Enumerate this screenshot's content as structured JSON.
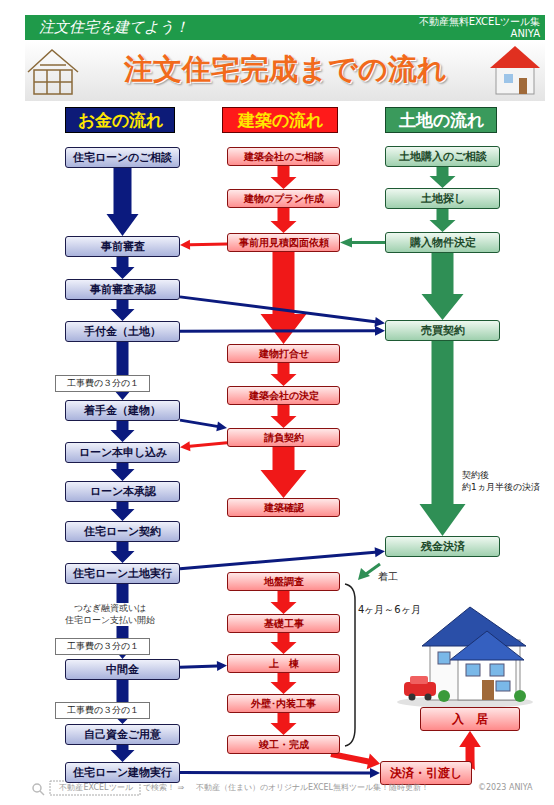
{
  "diagram": {
    "title": "注文住宅完成までの流れ",
    "nodes": [
      {
        "text": [
          "注文住宅を建てよう！"
        ]
      },
      {
        "text": [
          "お金の流れ"
        ]
      },
      {
        "text": [
          "建築の流れ"
        ]
      },
      {
        "text": [
          "土地の流れ"
        ]
      },
      {
        "text": [
          "住宅ローンのご相談"
        ]
      },
      {
        "text": [
          "事前審査"
        ]
      },
      {
        "text": [
          "事前審査承認"
        ]
      },
      {
        "text": [
          "手付金（土地）"
        ]
      },
      {
        "text": [
          "工事費の３分の１"
        ]
      },
      {
        "text": [
          "着手金（建物）"
        ]
      },
      {
        "text": [
          "ローン本申し込み"
        ]
      },
      {
        "text": [
          "ローン本承認"
        ]
      },
      {
        "text": [
          "住宅ローン契約"
        ]
      },
      {
        "text": [
          "住宅ローン土地実行"
        ]
      },
      {
        "text": [
          "工事費の３分の１"
        ]
      },
      {
        "text": [
          "中間金"
        ]
      },
      {
        "text": [
          "工事費の３分の１"
        ]
      },
      {
        "text": [
          "自己資金ご用意"
        ]
      },
      {
        "text": [
          "住宅ローン建物実行"
        ]
      },
      {
        "text": [
          "建築会社のご相談"
        ]
      },
      {
        "text": [
          "建物のプラン作成"
        ]
      },
      {
        "text": [
          "事前用見積図面依頼"
        ]
      },
      {
        "text": [
          "建物打合せ"
        ]
      },
      {
        "text": [
          "建築会社の決定"
        ]
      },
      {
        "text": [
          "請負契約"
        ]
      },
      {
        "text": [
          "建築確認"
        ]
      },
      {
        "text": [
          "地盤調査"
        ]
      },
      {
        "text": [
          "基礎工事"
        ]
      },
      {
        "text": [
          "上　棟"
        ]
      },
      {
        "text": [
          "外壁･内装工事"
        ]
      },
      {
        "text": [
          "竣工・完成"
        ]
      },
      {
        "text": [
          "土地購入のご相談"
        ]
      },
      {
        "text": [
          "土地探し"
        ]
      },
      {
        "text": [
          "購入物件決定"
        ]
      },
      {
        "text": [
          "売買契約"
        ]
      },
      {
        "text": [
          "残金決済"
        ]
      },
      {
        "text": [
          "決済・引渡し"
        ]
      },
      {
        "text": [
          "入　居"
        ]
      }
    ],
    "edges": [
      {
        "from": 4,
        "to": 5,
        "arrow": "to"
      },
      {
        "from": 5,
        "to": 6,
        "arrow": "to"
      },
      {
        "from": 6,
        "to": 7,
        "arrow": "to"
      },
      {
        "from": 7,
        "to": 9,
        "arrow": "to"
      },
      {
        "from": 9,
        "to": 10,
        "arrow": "to"
      },
      {
        "from": 10,
        "to": 11,
        "arrow": "to"
      },
      {
        "from": 11,
        "to": 12,
        "arrow": "to"
      },
      {
        "from": 12,
        "to": 13,
        "arrow": "to"
      },
      {
        "from": 13,
        "to": 15,
        "arrow": "to"
      },
      {
        "from": 15,
        "to": 17,
        "arrow": "to"
      },
      {
        "from": 17,
        "to": 18,
        "arrow": "to"
      },
      {
        "from": 19,
        "to": 20,
        "arrow": "to"
      },
      {
        "from": 20,
        "to": 21,
        "arrow": "to"
      },
      {
        "from": 21,
        "to": 22,
        "arrow": "to"
      },
      {
        "from": 22,
        "to": 23,
        "arrow": "to"
      },
      {
        "from": 23,
        "to": 24,
        "arrow": "to"
      },
      {
        "from": 24,
        "to": 25,
        "arrow": "to"
      },
      {
        "from": 26,
        "to": 27,
        "arrow": "to"
      },
      {
        "from": 27,
        "to": 28,
        "arrow": "to"
      },
      {
        "from": 28,
        "to": 29,
        "arrow": "to"
      },
      {
        "from": 29,
        "to": 30,
        "arrow": "to"
      },
      {
        "from": 31,
        "to": 32,
        "arrow": "to"
      },
      {
        "from": 32,
        "to": 33,
        "arrow": "to"
      },
      {
        "from": 33,
        "to": 34,
        "arrow": "to"
      },
      {
        "from": 34,
        "to": 35,
        "arrow": "to"
      },
      {
        "from": 21,
        "to": 5,
        "arrow": "to"
      },
      {
        "from": 33,
        "to": 21,
        "arrow": "to"
      },
      {
        "from": 6,
        "to": 34,
        "arrow": "to"
      },
      {
        "from": 7,
        "to": 34,
        "arrow": "to"
      },
      {
        "from": 9,
        "to": 24,
        "arrow": "to"
      },
      {
        "from": 24,
        "to": 10,
        "arrow": "to"
      },
      {
        "from": 13,
        "to": 35,
        "arrow": "to"
      },
      {
        "from": 15,
        "to": 28,
        "arrow": "to"
      },
      {
        "from": 18,
        "to": 36,
        "arrow": "to"
      },
      {
        "from": 30,
        "to": 36,
        "arrow": "to"
      },
      {
        "from": 36,
        "to": 37,
        "arrow": "to"
      }
    ],
    "labels": [
      "不動産無料EXCELツール集",
      "ANIYA",
      "つなぎ融資或いは 住宅ローン支払い開始",
      "契約後 約1ヵ月半後の決済",
      "着工",
      "4ヶ月～6ヶ月",
      "不動産EXCELツール",
      "で検索！ ⇒",
      "不動産（住まい）のオリジナルEXCEL無料ツール集！随時更新！",
      "©2023 ANIYA"
    ]
  }
}
